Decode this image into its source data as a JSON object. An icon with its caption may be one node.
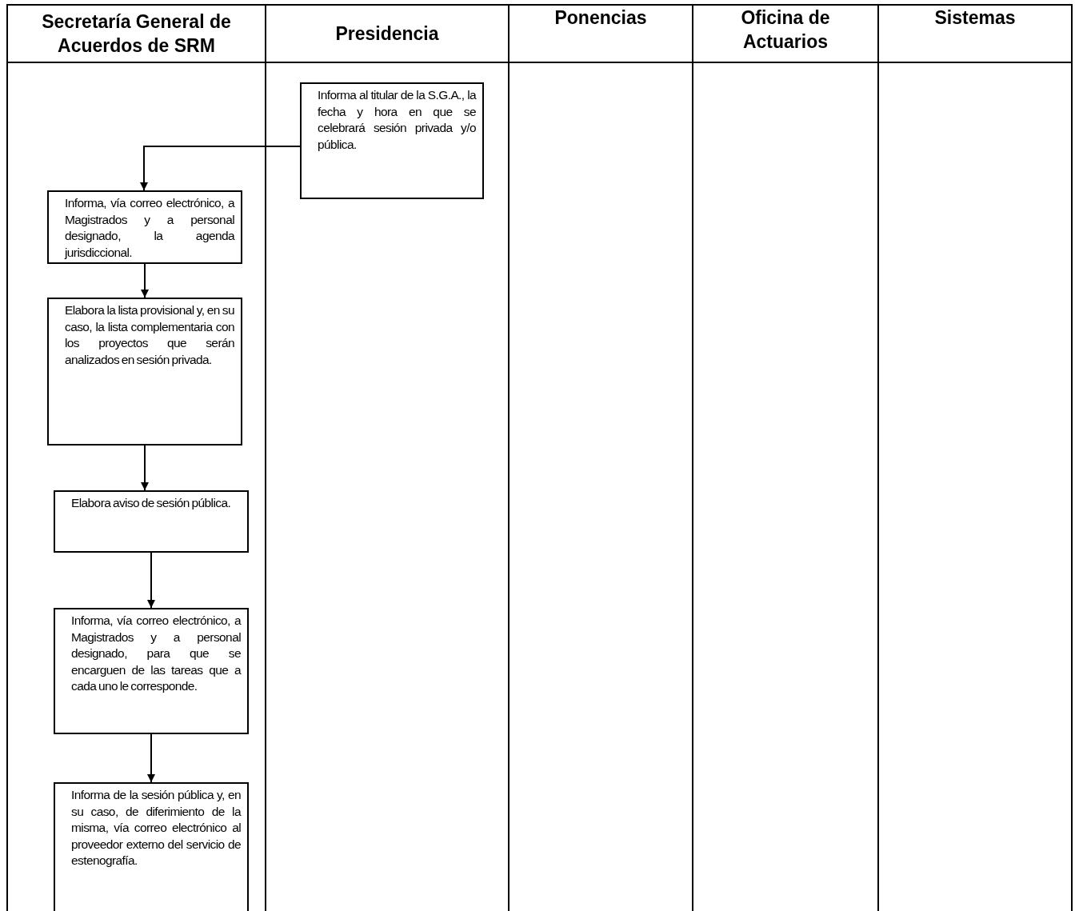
{
  "diagram": {
    "nodes": [
      {
        "text": [
          "Secretaría General de Acuerdos de SRM"
        ]
      },
      {
        "text": [
          "Presidencia"
        ]
      },
      {
        "text": [
          "Ponencias"
        ]
      },
      {
        "text": [
          "Oficina de Actuarios"
        ]
      },
      {
        "text": [
          "Sistemas"
        ]
      },
      {
        "text": [
          "Informa al titular de la S.G.A., la fecha y hora en que se celebrará sesión privada y/o pública."
        ],
        "in": 1
      },
      {
        "text": [
          "Informa, vía correo electrónico, a Magistrados y a personal designado, la agenda jurisdiccional."
        ],
        "in": 0
      },
      {
        "text": [
          "Elabora la lista provisional y, en su caso, la lista complementaria con los proyectos que serán analizados en sesión privada."
        ],
        "in": 0
      },
      {
        "text": [
          "Elabora aviso de sesión pública."
        ],
        "in": 0
      },
      {
        "text": [
          "Informa, vía correo electrónico, a Magistrados y a personal designado, para que se encarguen de las tareas que a cada uno le corresponde."
        ],
        "in": 0
      },
      {
        "text": [
          "Informa de la sesión pública y, en su caso, de diferimiento de la misma, vía correo electrónico al proveedor externo del servicio de estenografía."
        ],
        "in": 0
      }
    ],
    "edges": [
      {
        "from": 5,
        "to": 6,
        "arrow": "to"
      },
      {
        "from": 6,
        "to": 7,
        "arrow": "to"
      },
      {
        "from": 7,
        "to": 8,
        "arrow": "to"
      },
      {
        "from": 8,
        "to": 9,
        "arrow": "to"
      },
      {
        "from": 9,
        "to": 10,
        "arrow": "to"
      }
    ]
  }
}
